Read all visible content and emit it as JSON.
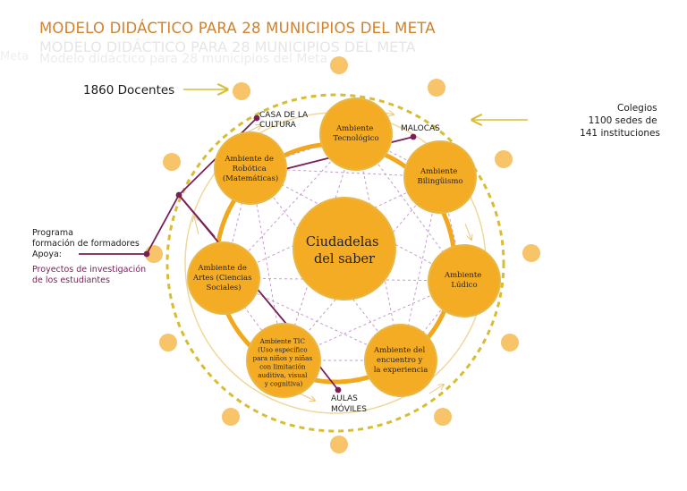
{
  "title": "MODELO DIDÁCTICO PARA 28 MUNICIPIOS DEL META",
  "ghost": {
    "title": "MODELO DIDÁCTICO PARA 28 MUNICIPIOS DEL META",
    "subtitle": "Modelo didáctico para 28 municipios del Meta",
    "left": "Meta"
  },
  "colors": {
    "gold": "#f5ac25",
    "gold_edge": "#e6b84a",
    "title": "#d1822a",
    "purple": "#7b1e56",
    "dashed_circle": "#d7bd34",
    "inner_ring": "#f1a81c",
    "web_lines": "#c79ad0"
  },
  "center": {
    "line1": "Ciudadelas",
    "line2": "del saber"
  },
  "nodes": [
    {
      "id": "tecnologico",
      "lines": [
        "Ambiente",
        "Tecnológico"
      ]
    },
    {
      "id": "bilinguismo",
      "lines": [
        "Ambiente",
        "Bilingüismo"
      ]
    },
    {
      "id": "ludico",
      "lines": [
        "Ambiente",
        "Lúdico"
      ]
    },
    {
      "id": "encuentro",
      "lines": [
        "Ambiente del",
        "encuentro y",
        "la experiencia"
      ]
    },
    {
      "id": "tic",
      "lines": [
        "Ambiente TIC",
        "(Uso específico",
        "para niños y niñas",
        "con limitación",
        "auditiva, visual",
        "y cognitiva)"
      ]
    },
    {
      "id": "artes",
      "lines": [
        "Ambiente de",
        "Artes (Ciencias",
        "Sociales)"
      ]
    },
    {
      "id": "robotica",
      "lines": [
        "Ambiente de",
        "Robótica",
        "(Matemáticas)"
      ]
    }
  ],
  "labels": {
    "docentes": "1860 Docentes",
    "casa_cultura": [
      "CASA DE LA",
      "CULTURA"
    ],
    "malocas": "MALOCAS",
    "colegios": [
      "Colegios",
      "1100 sedes de",
      "141 instituciones"
    ],
    "programa": [
      "Programa",
      "formación de formadores",
      "Apoya:"
    ],
    "proyectos": [
      "Proyectos de investigación",
      "de los estudiantes"
    ],
    "aulas": [
      "AULAS",
      "MÓVILES"
    ]
  }
}
